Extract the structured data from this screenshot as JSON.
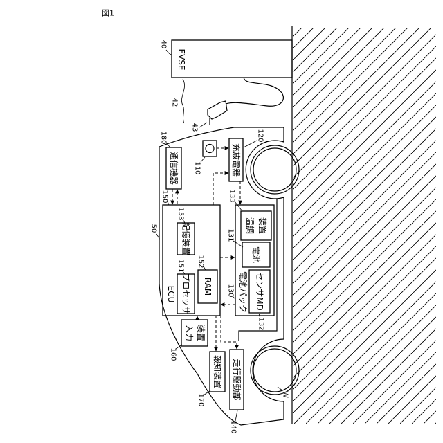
{
  "figure": {
    "label": "図1"
  },
  "evse": {
    "text": "EVSE",
    "ref": "40"
  },
  "cable": {
    "ref": "42"
  },
  "connector": {
    "ref": "43"
  },
  "inlet": {
    "ref": "110"
  },
  "vehicle": {
    "ref": "50"
  },
  "wheel": {
    "ref": "W"
  },
  "comm_device": {
    "text": "通信機器",
    "ref": "180"
  },
  "charger": {
    "text": "充放電器",
    "ref": "120"
  },
  "ecu": {
    "text": "ECU",
    "ref": "150",
    "memory": {
      "text": "記憶装置",
      "ref": "153"
    },
    "processor": {
      "text": "プロセッサ",
      "ref": "151"
    },
    "ram": {
      "text": "RAM",
      "ref": "152"
    }
  },
  "battery_pack": {
    "text": "電池パック",
    "ref": "130",
    "battery": {
      "text": "電池",
      "ref": "131"
    },
    "temp_control": {
      "lines": [
        "温調",
        "装置"
      ],
      "ref": "133"
    },
    "sensor": {
      "text": "センサMD",
      "ref": "132"
    }
  },
  "input_device": {
    "lines": [
      "入力",
      "装置"
    ],
    "ref": "160"
  },
  "notify_device": {
    "text": "報知装置",
    "ref": "170"
  },
  "drive_unit": {
    "text": "走行駆動部",
    "ref": "140"
  }
}
